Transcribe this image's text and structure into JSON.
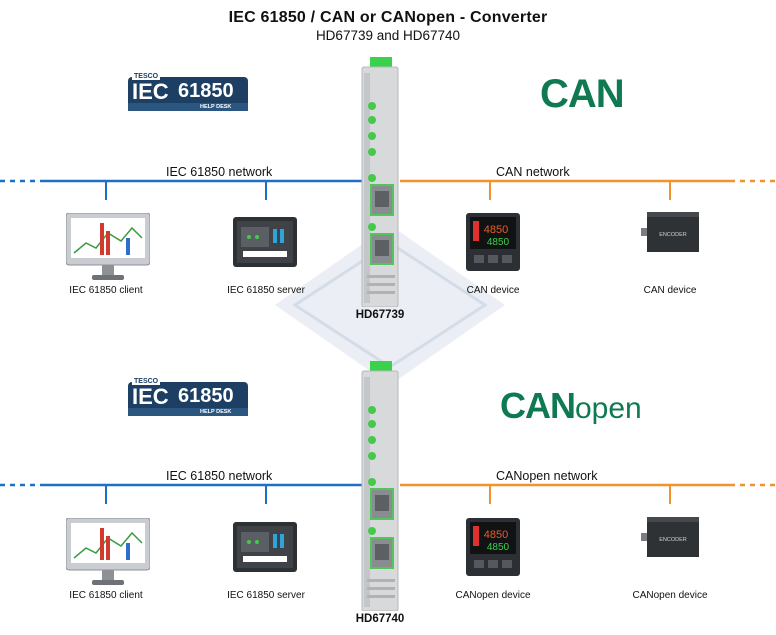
{
  "header": {
    "title": "IEC 61850 / CAN or CANopen - Converter",
    "subtitle": "HD67739 and HD67740"
  },
  "colors": {
    "iec_line": "#1e6fc7",
    "can_line": "#f0922e",
    "led": "#44c94a",
    "logo_navy": "#1c3f63",
    "can_green": "#0f7a52"
  },
  "sections": [
    {
      "left_logo": {
        "tesco": "TESCO",
        "iec": "IEC",
        "number": "61850",
        "help": "HELP DESK"
      },
      "right_logo": {
        "main": "CAN",
        "suffix": ""
      },
      "left_network": "IEC 61850 network",
      "right_network": "CAN network",
      "module": "HD67739",
      "devices": [
        "IEC 61850 client",
        "IEC 61850 server",
        "CAN device",
        "CAN device"
      ],
      "encoder_text": "ENCODER",
      "display": [
        "4850",
        "4850"
      ]
    },
    {
      "left_logo": {
        "tesco": "TESCO",
        "iec": "IEC",
        "number": "61850",
        "help": "HELP DESK"
      },
      "right_logo": {
        "main": "CAN",
        "suffix": "open"
      },
      "left_network": "IEC 61850 network",
      "right_network": "CANopen network",
      "module": "HD67740",
      "devices": [
        "IEC 61850 client",
        "IEC 61850 server",
        "CANopen device",
        "CANopen device"
      ],
      "encoder_text": "ENCODER",
      "display": [
        "4850",
        "4850"
      ]
    }
  ]
}
